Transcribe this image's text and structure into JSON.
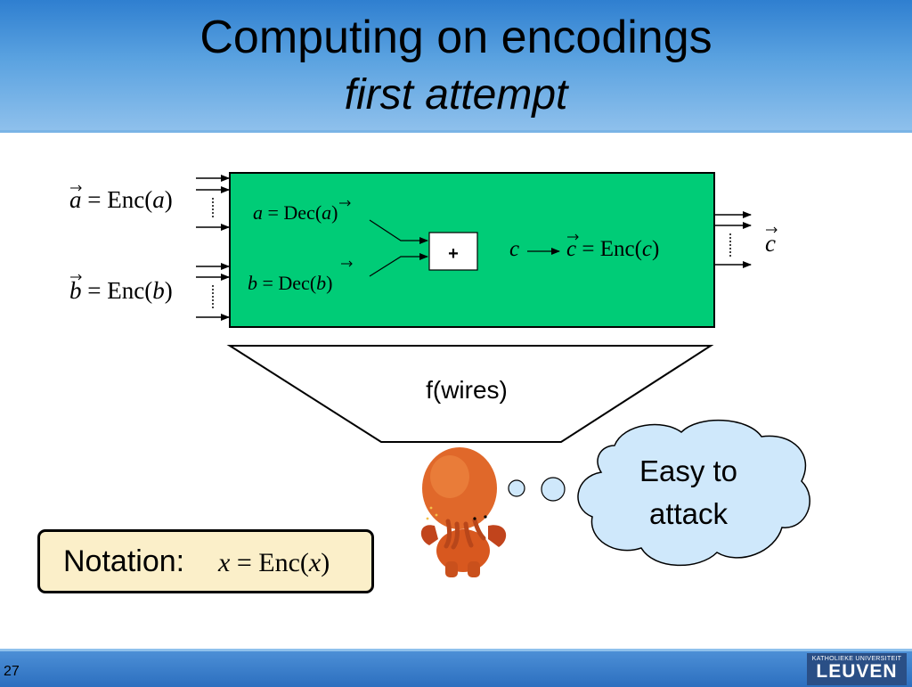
{
  "slide": {
    "title": "Computing on encodings",
    "subtitle": "first attempt",
    "page_number": "27"
  },
  "diagram": {
    "input_a_formula": {
      "vec": "a",
      "eq": " = Enc(",
      "arg": "a",
      "close": ")"
    },
    "input_b_formula": {
      "vec": "b",
      "eq": " = Enc(",
      "arg": "b",
      "close": ")"
    },
    "dec_a": {
      "lhs": "a",
      "eq": " = Dec(",
      "arg": "a",
      "close": ")"
    },
    "dec_b": {
      "lhs": "b",
      "eq": " = Dec(",
      "arg": "b",
      "close": ")"
    },
    "adder_label": "+",
    "sum_label": "c",
    "enc_c": {
      "vec": "c",
      "eq": " = Enc(",
      "arg": "c",
      "close": ")"
    },
    "output_label": "c",
    "function_label": "f(wires)",
    "thought_text_line1": "Easy to",
    "thought_text_line2": "attack"
  },
  "notation": {
    "label": "Notation:",
    "formula": {
      "vec": "x",
      "eq": " = Enc(",
      "arg": "x",
      "close": ")"
    }
  },
  "logo": {
    "top_line": "KATHOLIEKE UNIVERSITEIT",
    "bottom_line": "LEUVEN"
  },
  "colors": {
    "circuit_box": "#00cc77",
    "thought_cloud": "#cfe8fb",
    "notation_box": "#fbefc9",
    "header_blue": "#5aa2e0"
  }
}
